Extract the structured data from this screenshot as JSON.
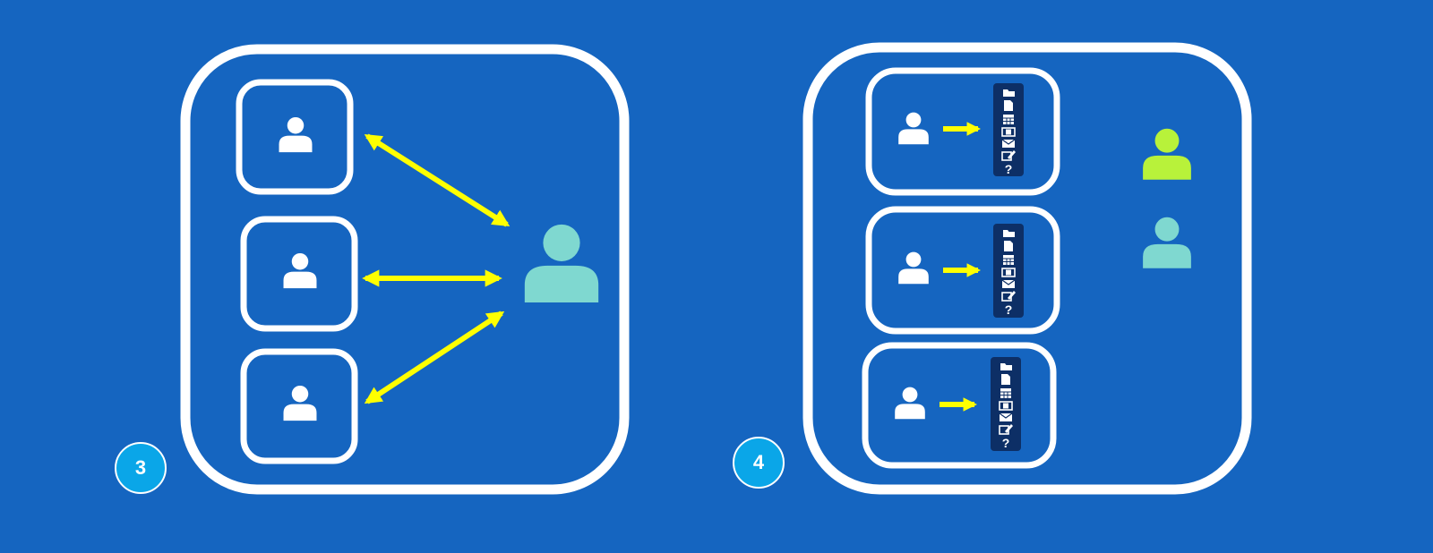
{
  "colors": {
    "background": "#1565c0",
    "frame_stroke": "#ffffff",
    "arrow": "#ffff00",
    "user_white": "#ffffff",
    "user_teal": "#7fd8d0",
    "user_lime": "#b8f23a",
    "badge_fill": "#0aa6e8",
    "toolbar_fill": "#0d2f66"
  },
  "panels": [
    {
      "badge": "3",
      "users": [
        {
          "icon": "user-icon"
        },
        {
          "icon": "user-icon"
        },
        {
          "icon": "user-icon"
        }
      ],
      "hub": {
        "icon": "user-icon"
      },
      "arrows": "double-headed"
    },
    {
      "badge": "4",
      "rows": [
        {
          "icon": "user-icon",
          "arrow": "right-arrow-icon"
        },
        {
          "icon": "user-icon",
          "arrow": "right-arrow-icon"
        },
        {
          "icon": "user-icon",
          "arrow": "right-arrow-icon"
        }
      ],
      "toolbar_icons": [
        "folder-icon",
        "file-icon",
        "calendar-icon",
        "film-icon",
        "envelope-icon",
        "edit-icon",
        "question-icon"
      ],
      "toolbar_question": "?",
      "side_users": [
        {
          "icon": "user-icon",
          "color": "#b8f23a"
        },
        {
          "icon": "user-icon",
          "color": "#7fd8d0"
        }
      ]
    }
  ]
}
